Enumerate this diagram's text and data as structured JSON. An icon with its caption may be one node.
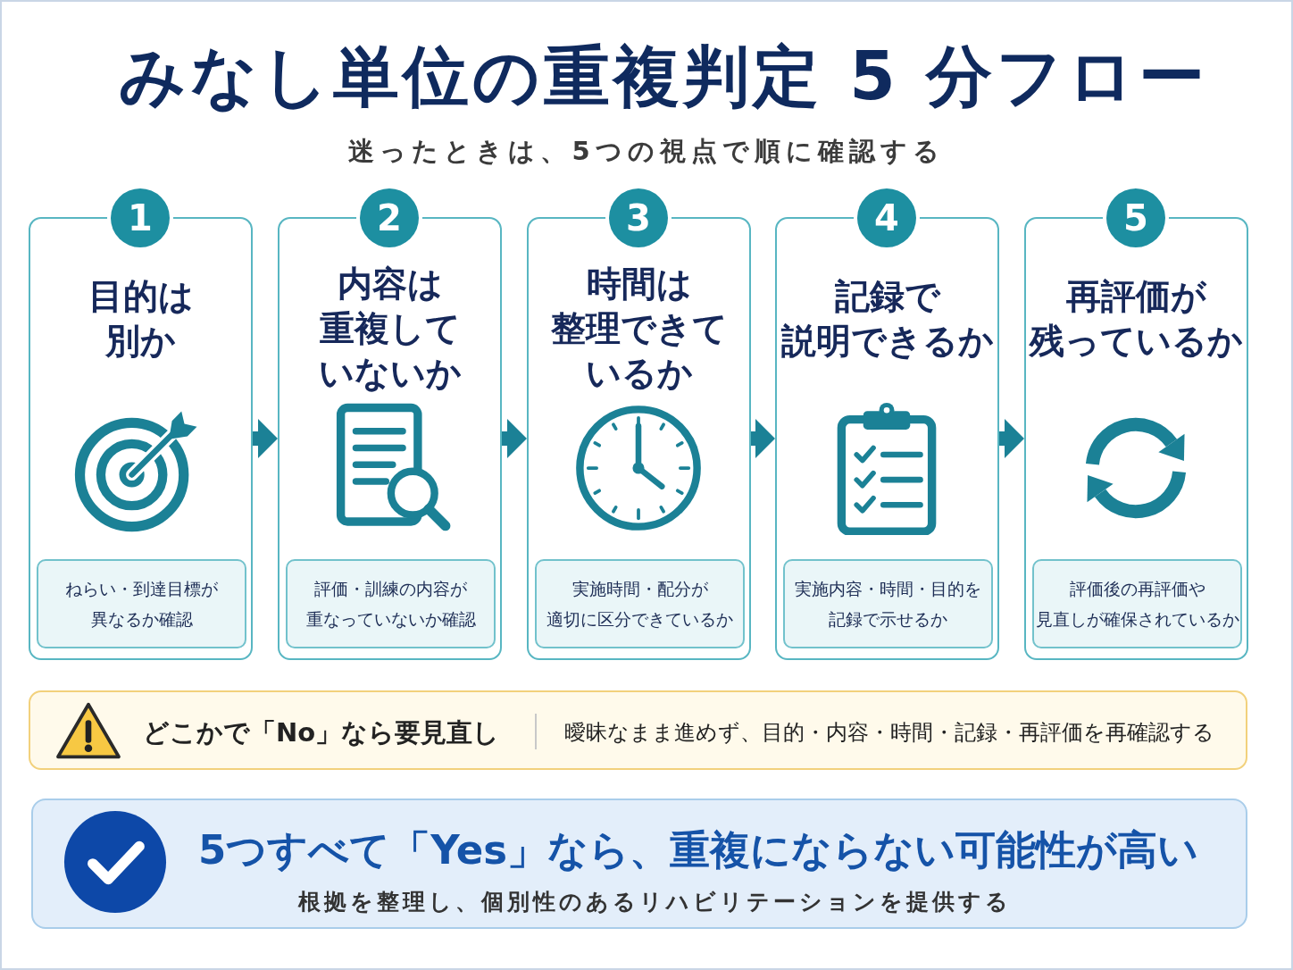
{
  "diagram": {
    "title": "みなし単位の重複判定 5 分フロー",
    "nodes": [
      {
        "text": [
          "1"
        ]
      },
      {
        "text": [
          "目的は別か"
        ]
      },
      {
        "text": [
          "ねらい・到達目標が異なるか確認"
        ],
        "in": 1
      },
      {
        "text": [
          "2"
        ]
      },
      {
        "text": [
          "内容は重複していないか"
        ]
      },
      {
        "text": [
          "評価・訓練の内容が重なっていないか確認"
        ],
        "in": 4
      },
      {
        "text": [
          "3"
        ]
      },
      {
        "text": [
          "時間は整理できているか"
        ]
      },
      {
        "text": [
          "実施時間・配分が適切に区分できているか"
        ],
        "in": 7
      },
      {
        "text": [
          "4"
        ]
      },
      {
        "text": [
          "記録で説明できるか"
        ]
      },
      {
        "text": [
          "実施内容・時間・目的を記録で示せるか"
        ],
        "in": 10
      },
      {
        "text": [
          "5"
        ]
      },
      {
        "text": [
          "再評価が残っているか"
        ]
      },
      {
        "text": [
          "評価後の再評価や見直しが確保されているか"
        ],
        "in": 13
      },
      {
        "text": [
          "どこかで「No」なら要見直し",
          "曖昧なまま進めず、目的・内容・時間・記録・再評価を再確認する"
        ]
      },
      {
        "text": [
          "5つすべて「Yes」なら、重複にならない可能性が高い",
          "根拠を整理し、個別性のあるリハビリテーションを提供する"
        ]
      }
    ],
    "edges": [
      {
        "from": 1,
        "to": 4,
        "arrow": "to"
      },
      {
        "from": 4,
        "to": 7,
        "arrow": "to"
      },
      {
        "from": 7,
        "to": 10,
        "arrow": "to"
      },
      {
        "from": 10,
        "to": 13,
        "arrow": "to"
      }
    ],
    "labels": [
      "迷ったときは、5つの視点で順に確認する"
    ]
  }
}
